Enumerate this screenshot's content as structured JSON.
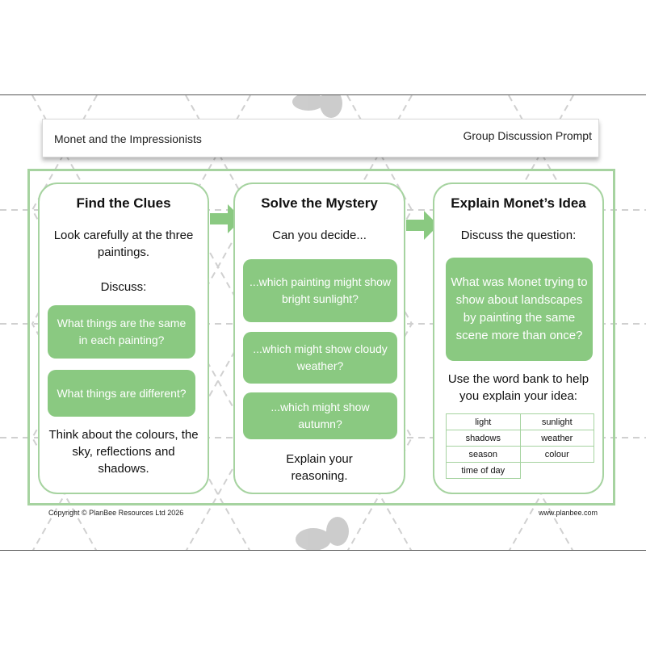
{
  "header": {
    "left_title": "Monet and the Impressionists",
    "right_title": "Group Discussion Prompt"
  },
  "cards": [
    {
      "title": "Find the Clues",
      "intro": "Look carefully at the three paintings.",
      "discuss": "Discuss:",
      "prompts": [
        "What things are the same in each painting?",
        "What things are different?"
      ],
      "outro": "Think about the colours, the sky, reflections and shadows."
    },
    {
      "title": "Solve the Mystery",
      "intro": "Can you decide...",
      "prompts": [
        "...which painting might show bright sunlight?",
        "...which might show cloudy weather?",
        "...which might show autumn?"
      ],
      "outro": "Explain your reasoning."
    },
    {
      "title": "Explain Monet’s Idea",
      "intro": "Discuss the question:",
      "prompts": [
        "What was Monet trying to show about landscapes by painting the same scene more than once?"
      ],
      "outro": "Use the word bank to help you explain your idea:",
      "word_bank": [
        [
          "light",
          "sunlight"
        ],
        [
          "shadows",
          "weather"
        ],
        [
          "season",
          "colour"
        ],
        [
          "time of day",
          ""
        ]
      ]
    }
  ],
  "footer": {
    "copyright": "Copyright © PlanBee Resources Ltd 2026",
    "website": "www.planbee.com"
  },
  "colors": {
    "accent_green": "#8ac981",
    "border_green": "#a6d3a0",
    "watermark_grey": "#bdbdbd"
  }
}
